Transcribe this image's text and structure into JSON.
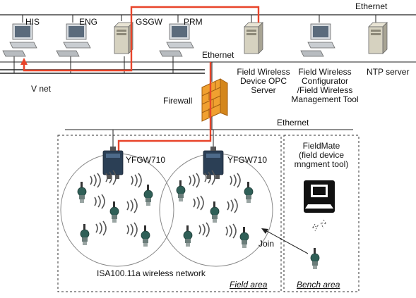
{
  "networks": {
    "ethernet_top": "Ethernet",
    "ethernet_mid": "Ethernet",
    "ethernet_field": "Ethernet",
    "vnet": "V net"
  },
  "stations": {
    "his": "HIS",
    "eng": "ENG",
    "gsgw": "GSGW",
    "prm": "PRM"
  },
  "servers": {
    "opc": [
      "Field Wireless",
      "Device OPC",
      "Server"
    ],
    "configurator": [
      "Field Wireless",
      "Configurator",
      "/Field Wireless",
      "Management Tool"
    ],
    "ntp": "NTP server"
  },
  "firewall": "Firewall",
  "gateways": {
    "left": "YFGW710",
    "right": "YFGW710"
  },
  "fieldmate": [
    "FieldMate",
    "(field device",
    "mngment tool)"
  ],
  "join": "Join",
  "wireless_network": "ISA100.11a wireless network",
  "areas": {
    "field": "Field area",
    "bench": "Bench area"
  },
  "colors": {
    "connection_line": "#e8442a",
    "firewall": "#f0a030",
    "bus": "#222222",
    "device": "#2f5f57"
  }
}
